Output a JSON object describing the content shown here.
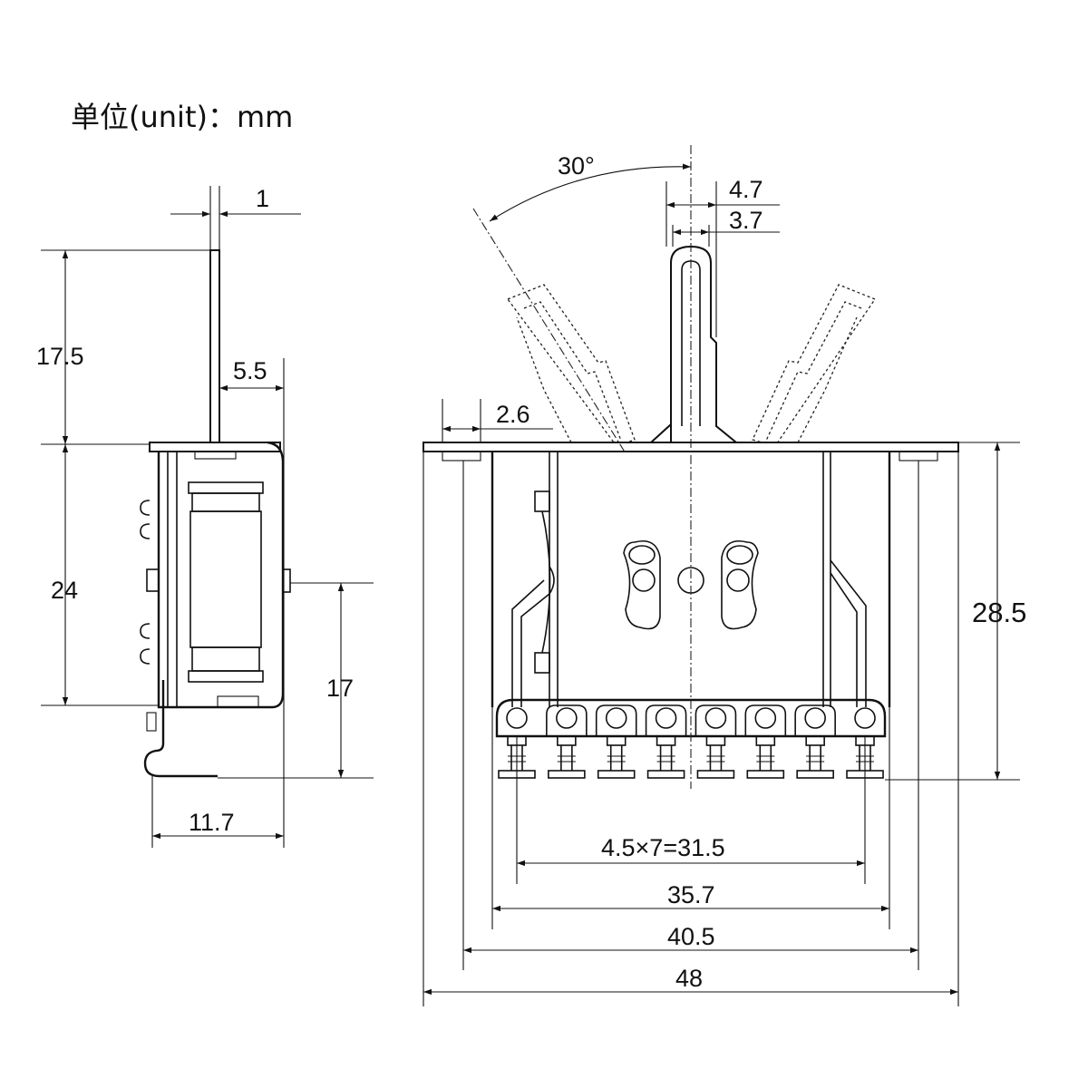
{
  "unit_label": "单位(unit)：mm",
  "side_view": {
    "dims": {
      "shaft_thickness": "1",
      "shaft_height": "17.5",
      "body_height": "24",
      "shaft_offset": "5.5",
      "bracket_height": "17",
      "depth": "11.7"
    }
  },
  "front_view": {
    "dims": {
      "angle": "30°",
      "shaft_outer_width": "4.7",
      "shaft_inner_width": "3.7",
      "hole_offset": "2.6",
      "height": "28.5",
      "pin_spacing": "4.5×7=31.5",
      "body_width": "35.7",
      "mounting_holes": "40.5",
      "overall_width": "48"
    }
  }
}
